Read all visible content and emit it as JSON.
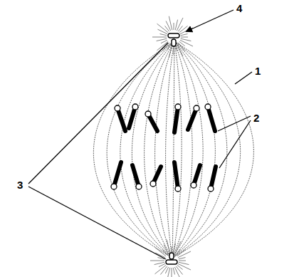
{
  "diagram": {
    "labels": [
      "4",
      "1",
      "2",
      "3"
    ]
  }
}
